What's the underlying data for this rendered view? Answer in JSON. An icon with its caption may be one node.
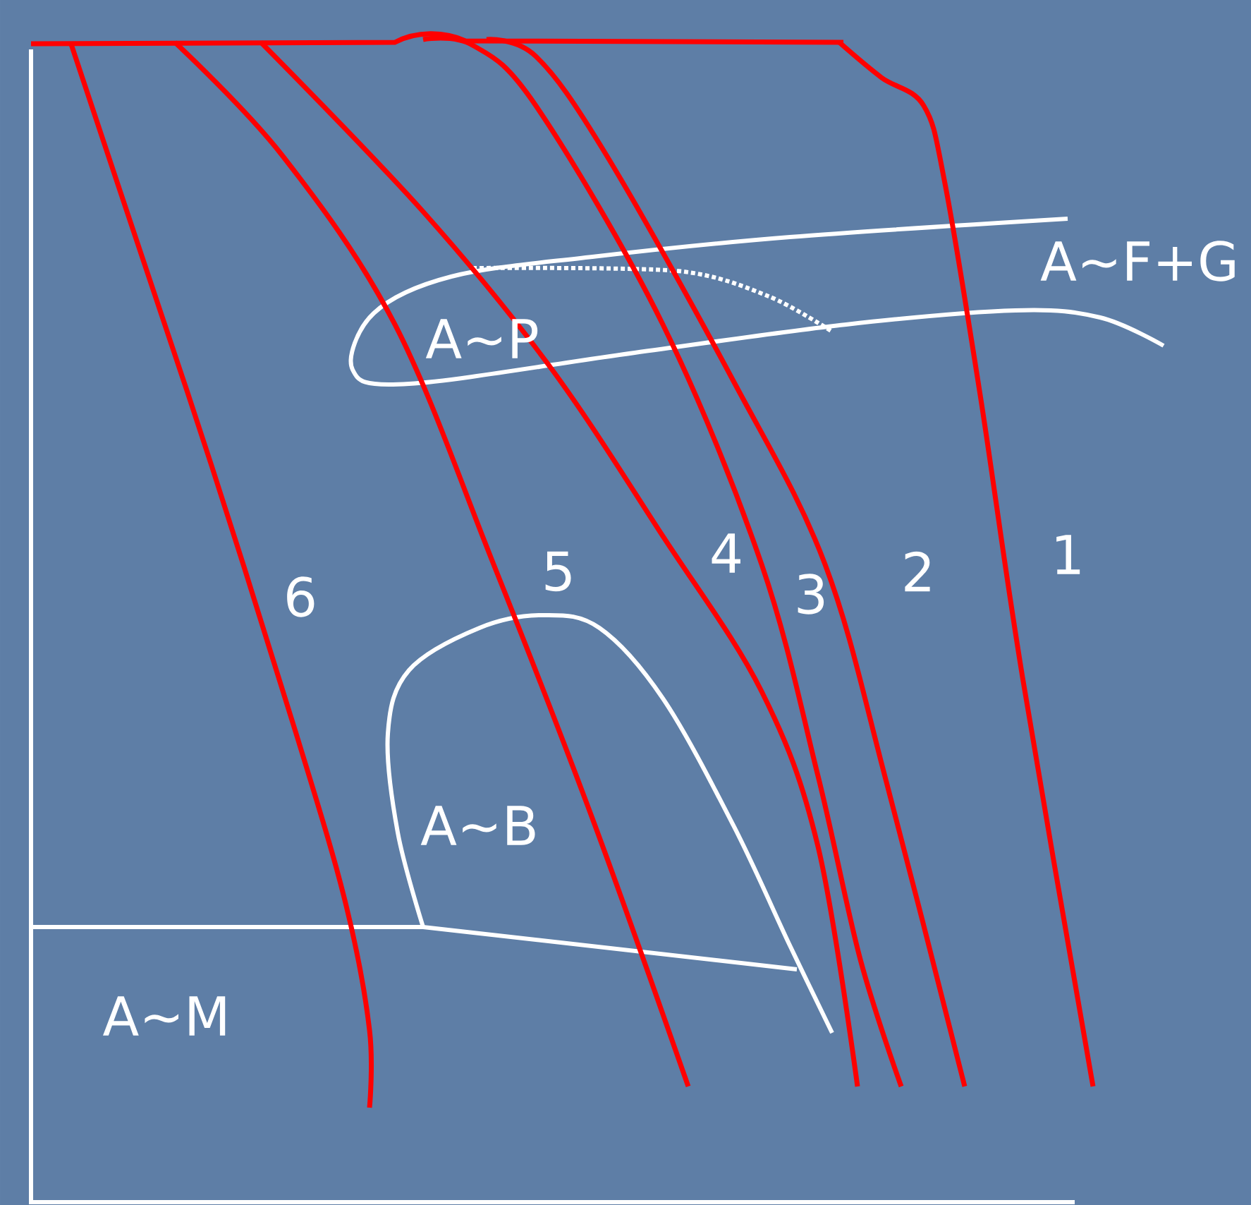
{
  "diagram": {
    "labels": [
      "A~F+G",
      "A~P",
      "6",
      "5",
      "4",
      "3",
      "2",
      "1",
      "A~B",
      "A~M"
    ]
  }
}
